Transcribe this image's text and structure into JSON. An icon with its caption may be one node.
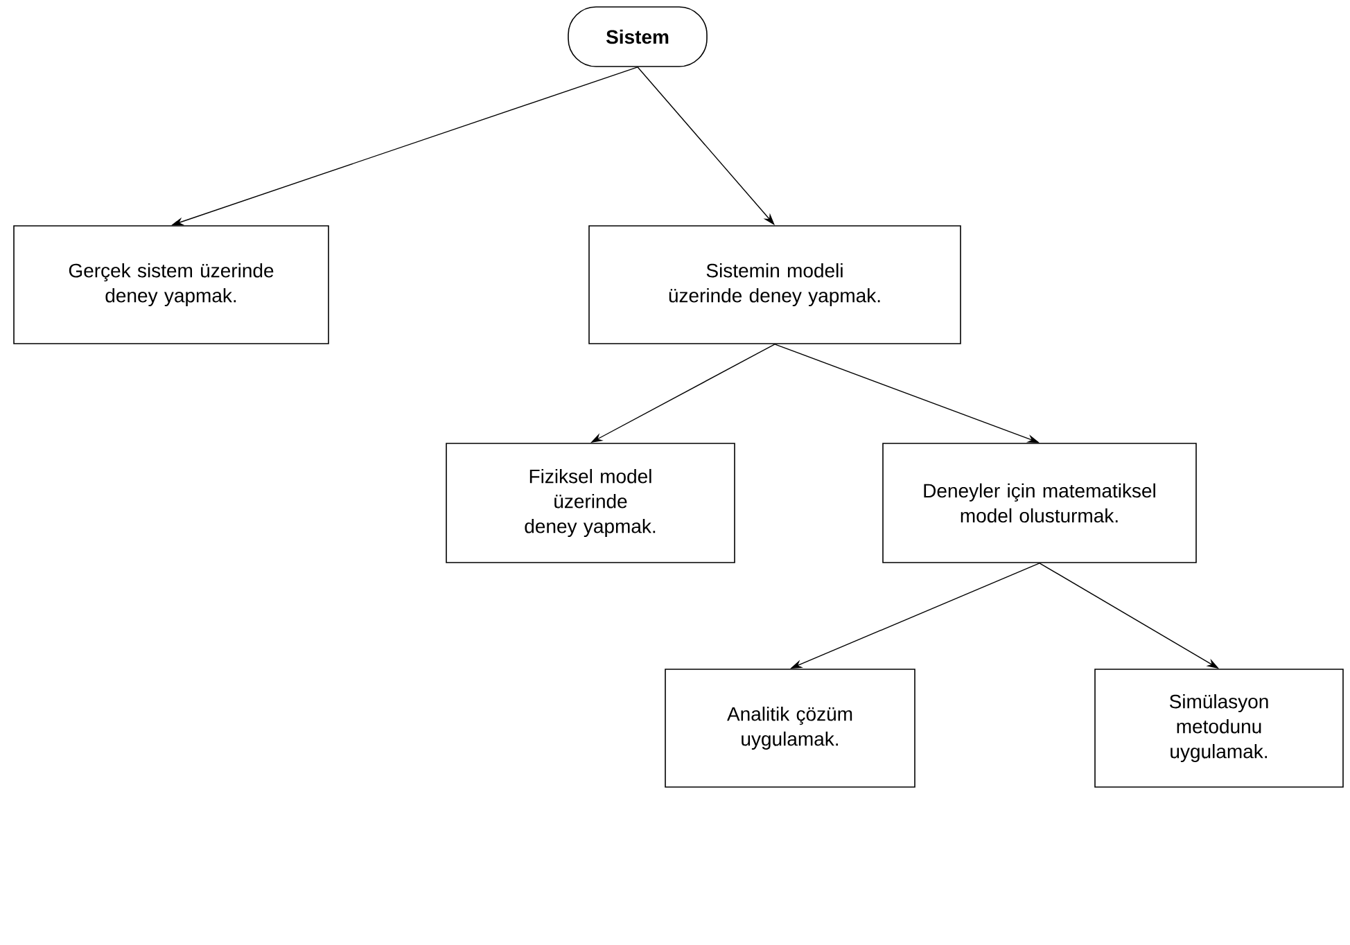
{
  "diagram": {
    "nodes": [
      {
        "text": [
          "Sistem"
        ]
      },
      {
        "text": [
          "Gerçek sistem üzerinde deney yapmak."
        ]
      },
      {
        "text": [
          "Sistemin modeli üzerinde deney yapmak."
        ]
      },
      {
        "text": [
          "Fiziksel model üzerinde deney yapmak."
        ]
      },
      {
        "text": [
          "Deneyler için matematiksel model olusturmak."
        ]
      },
      {
        "text": [
          "Analitik çözüm uygulamak."
        ]
      },
      {
        "text": [
          "Simülasyon metodunu uygulamak."
        ]
      }
    ],
    "edges": [
      {
        "from": 0,
        "to": 1,
        "arrow": "to"
      },
      {
        "from": 0,
        "to": 2,
        "arrow": "to"
      },
      {
        "from": 2,
        "to": 3,
        "arrow": "to"
      },
      {
        "from": 2,
        "to": 4,
        "arrow": "to"
      },
      {
        "from": 4,
        "to": 5,
        "arrow": "to"
      },
      {
        "from": 4,
        "to": 6,
        "arrow": "to"
      }
    ]
  }
}
